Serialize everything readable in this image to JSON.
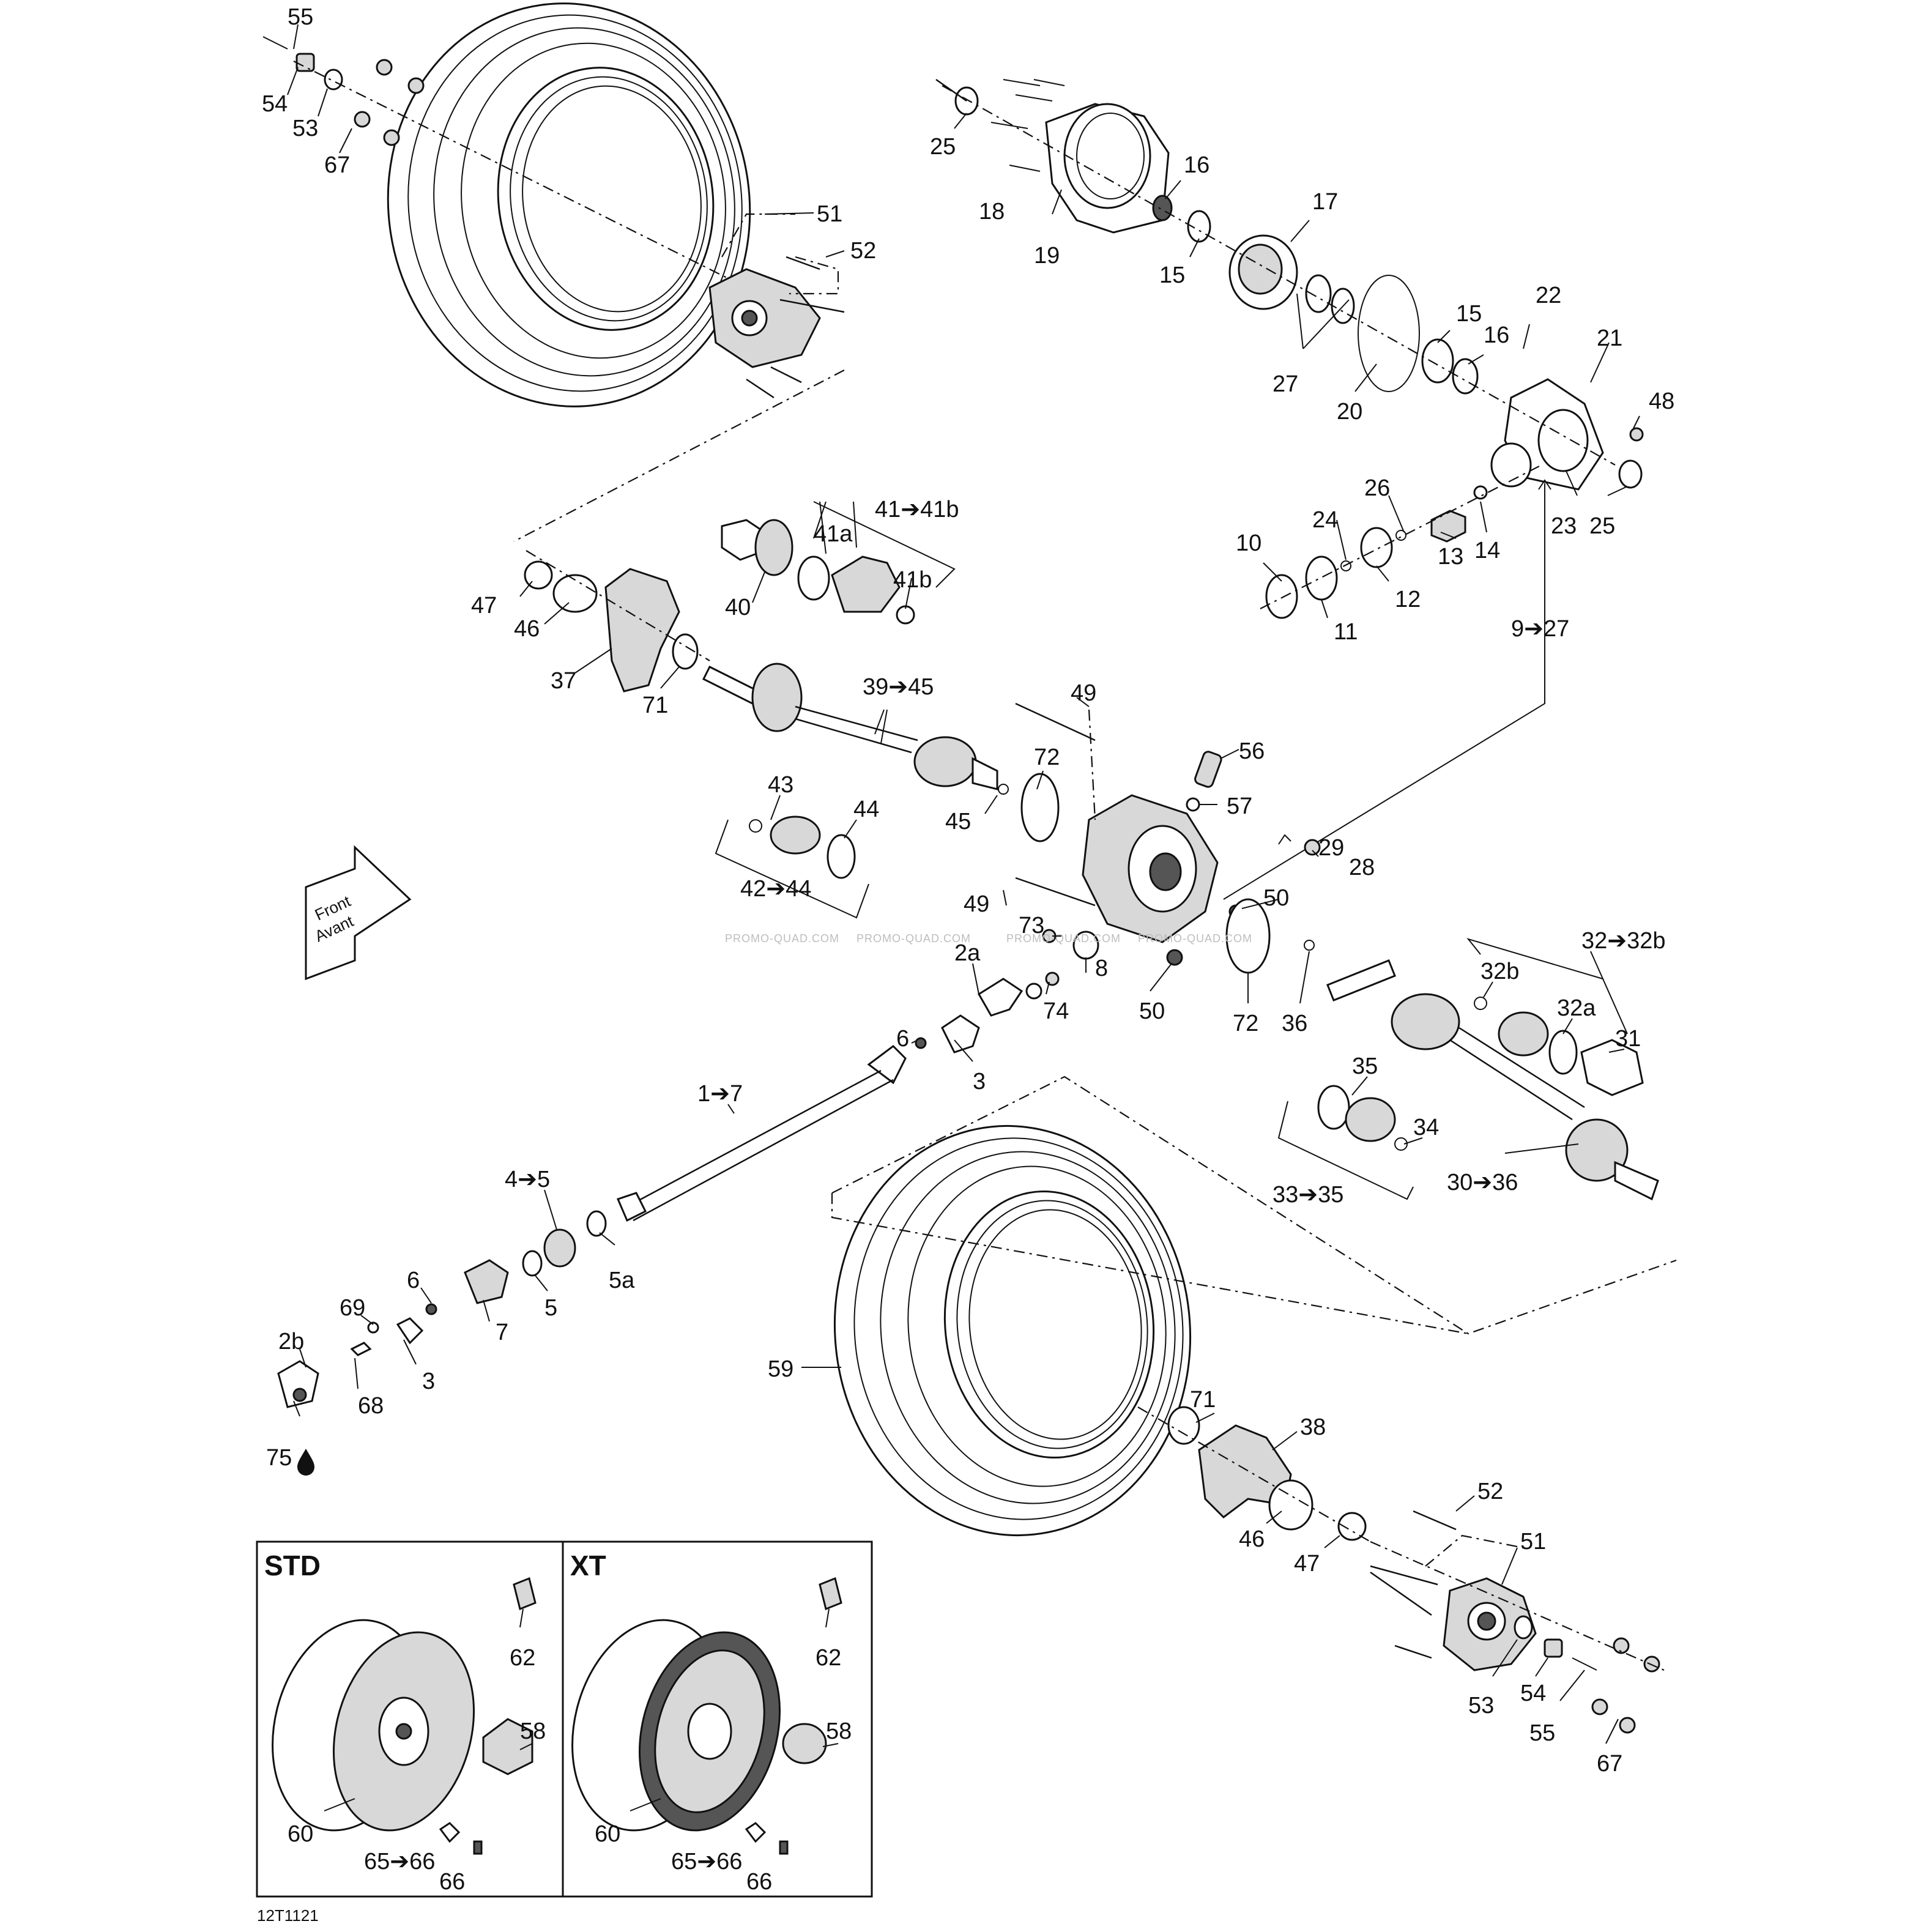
{
  "diagram_code": "12T1121",
  "watermark": "PROMO-QUAD.COM",
  "direction_arrow": {
    "line1": "Front",
    "line2": "Avant"
  },
  "insets": {
    "std": {
      "title": "STD",
      "labels": [
        "62",
        "58",
        "60",
        "65➔66",
        "66"
      ]
    },
    "xt": {
      "title": "XT",
      "labels": [
        "62",
        "58",
        "60",
        "65➔66",
        "66"
      ]
    }
  },
  "labels": {
    "l55a": "55",
    "l54a": "54",
    "l53a": "53",
    "l67a": "67",
    "l51a": "51",
    "l52a": "52",
    "l25a": "25",
    "l18": "18",
    "l19": "19",
    "l16a": "16",
    "l15a": "15",
    "l17": "17",
    "l27": "27",
    "l20": "20",
    "l15b": "15",
    "l16b": "16",
    "l22": "22",
    "l21": "21",
    "l48": "48",
    "l23": "23",
    "l25b": "25",
    "l14": "14",
    "l13": "13",
    "l26": "26",
    "l24": "24",
    "l12": "12",
    "l11": "11",
    "l10": "10",
    "l9_27": "9➔27",
    "l41_41b": "41➔41b",
    "l41a": "41a",
    "l41b": "41b",
    "l40": "40",
    "l47a": "47",
    "l46a": "46",
    "l37": "37",
    "l71a": "71",
    "l39_45": "39➔45",
    "l49a": "49",
    "l56": "56",
    "l57": "57",
    "l72a": "72",
    "l45": "45",
    "l43": "43",
    "l44": "44",
    "l42_44": "42➔44",
    "l29": "29",
    "l28": "28",
    "l50a": "50",
    "l49b": "49",
    "l73": "73",
    "l2a": "2a",
    "l8": "8",
    "l74": "74",
    "l50b": "50",
    "l72b": "72",
    "l36": "36",
    "l6a": "6",
    "l3a": "3",
    "l32_32b": "32➔32b",
    "l32b": "32b",
    "l32a": "32a",
    "l31": "31",
    "l35": "35",
    "l34": "34",
    "l33_35": "33➔35",
    "l30_36": "30➔36",
    "l1_7": "1➔7",
    "l4_5": "4➔5",
    "l5a": "5a",
    "l5": "5",
    "l6b": "6",
    "l7": "7",
    "l69": "69",
    "l3b": "3",
    "l2b": "2b",
    "l68": "68",
    "l75": "75",
    "l59": "59",
    "l71b": "71",
    "l38": "38",
    "l46b": "46",
    "l47b": "47",
    "l52b": "52",
    "l51b": "51",
    "l53b": "53",
    "l54b": "54",
    "l55b": "55",
    "l67b": "67"
  }
}
